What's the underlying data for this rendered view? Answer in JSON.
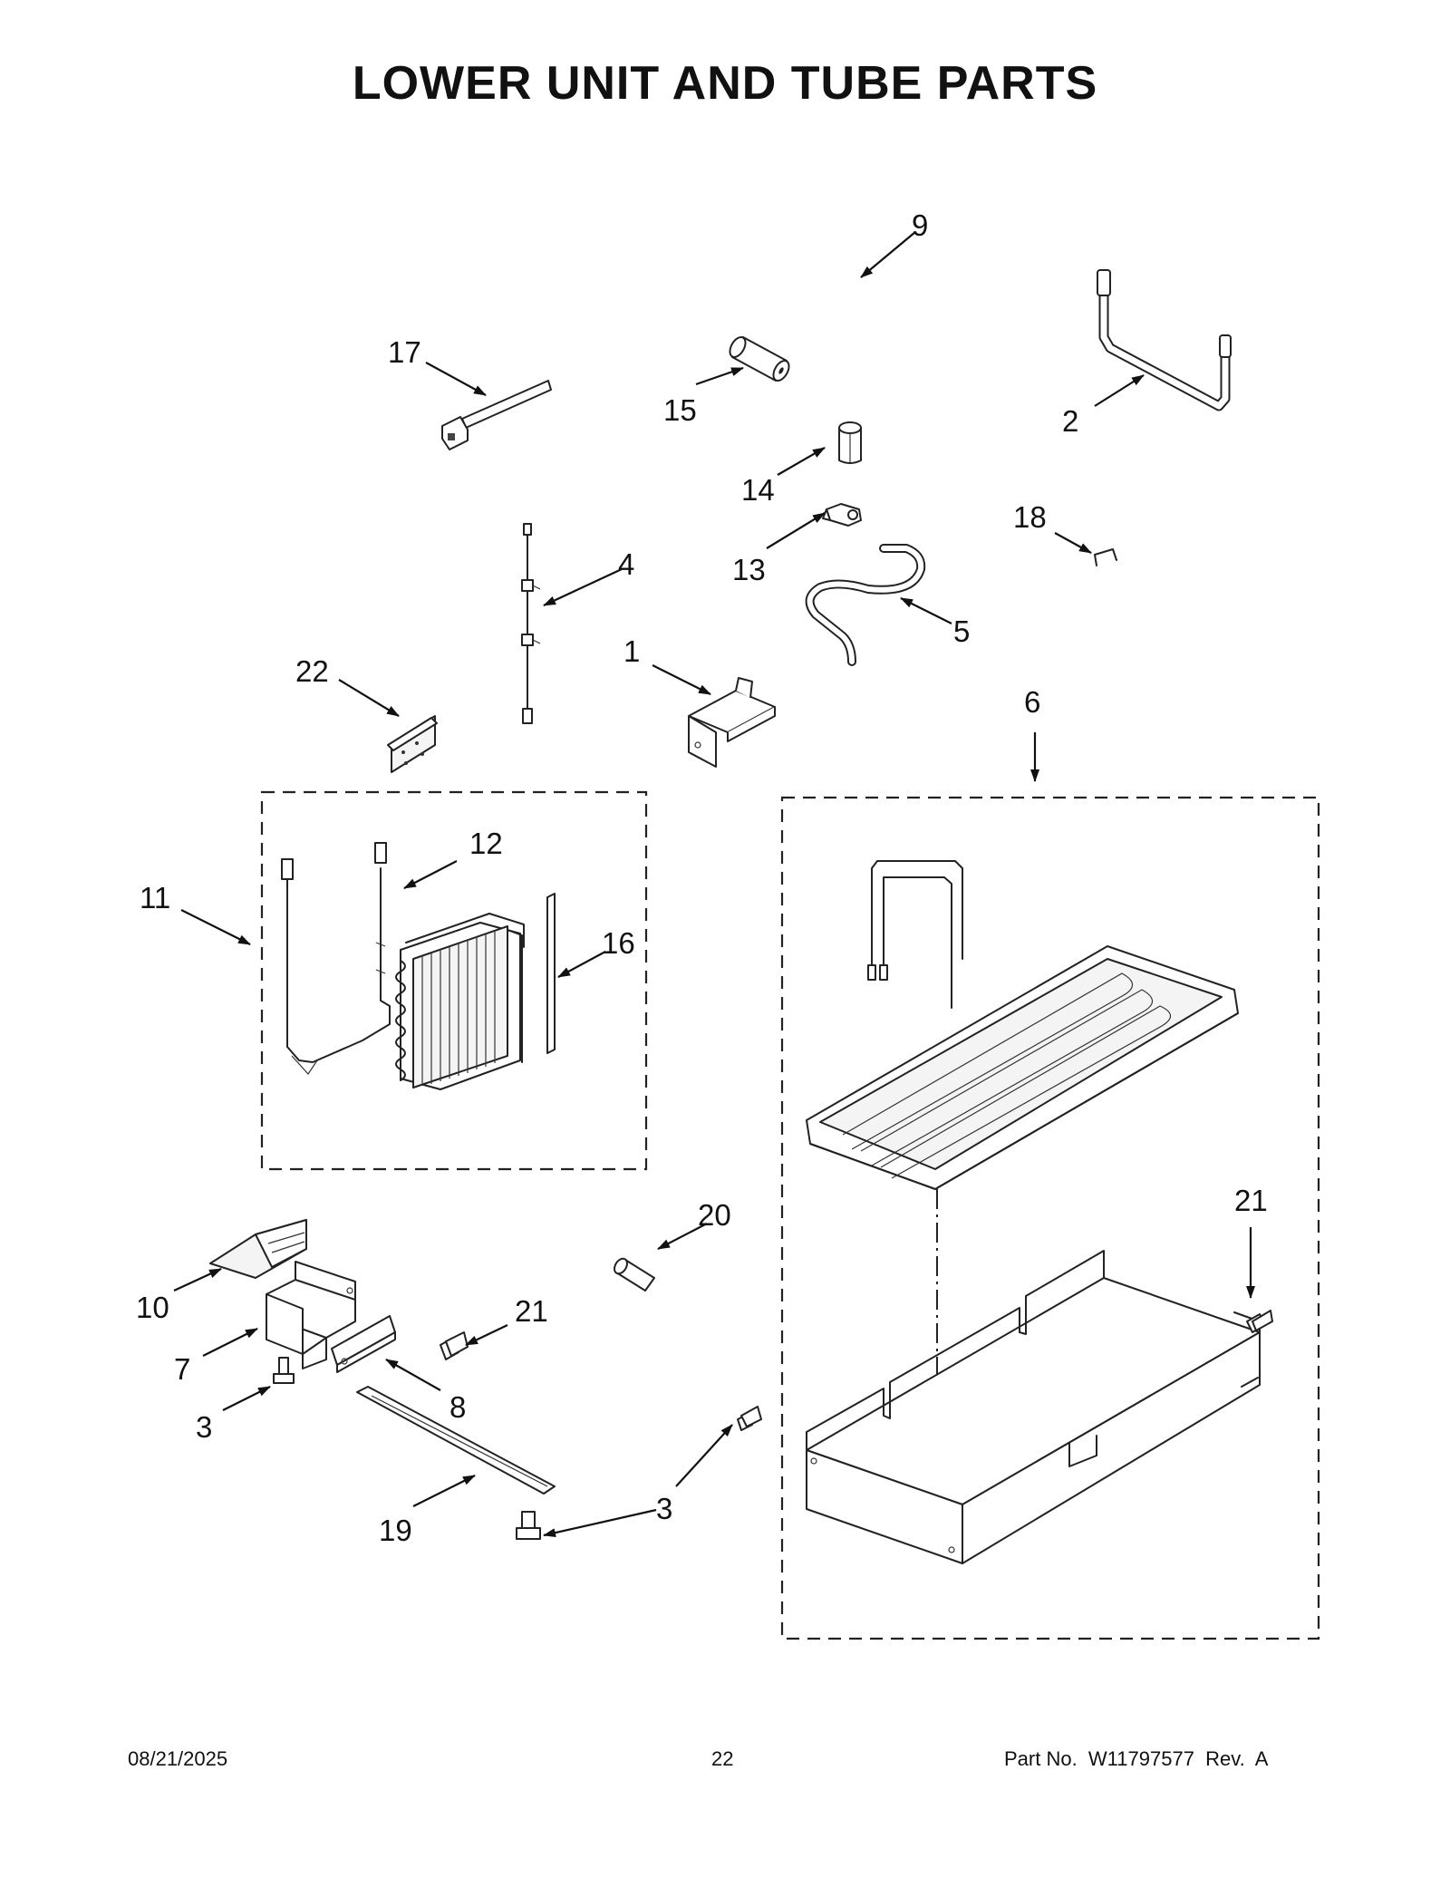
{
  "title": "LOWER UNIT AND TUBE PARTS",
  "footer": {
    "date": "08/21/2025",
    "page": "22",
    "part_no": "Part No.  W11797577  Rev.  A"
  },
  "callouts": {
    "c1": "1",
    "c2": "2",
    "c3a": "3",
    "c3b": "3",
    "c4": "4",
    "c5": "5",
    "c6": "6",
    "c7": "7",
    "c8": "8",
    "c9": "9",
    "c10": "10",
    "c11": "11",
    "c12": "12",
    "c13": "13",
    "c14": "14",
    "c15": "15",
    "c16": "16",
    "c17": "17",
    "c18": "18",
    "c19": "19",
    "c20": "20",
    "c21a": "21",
    "c21b": "21",
    "c22": "22"
  }
}
